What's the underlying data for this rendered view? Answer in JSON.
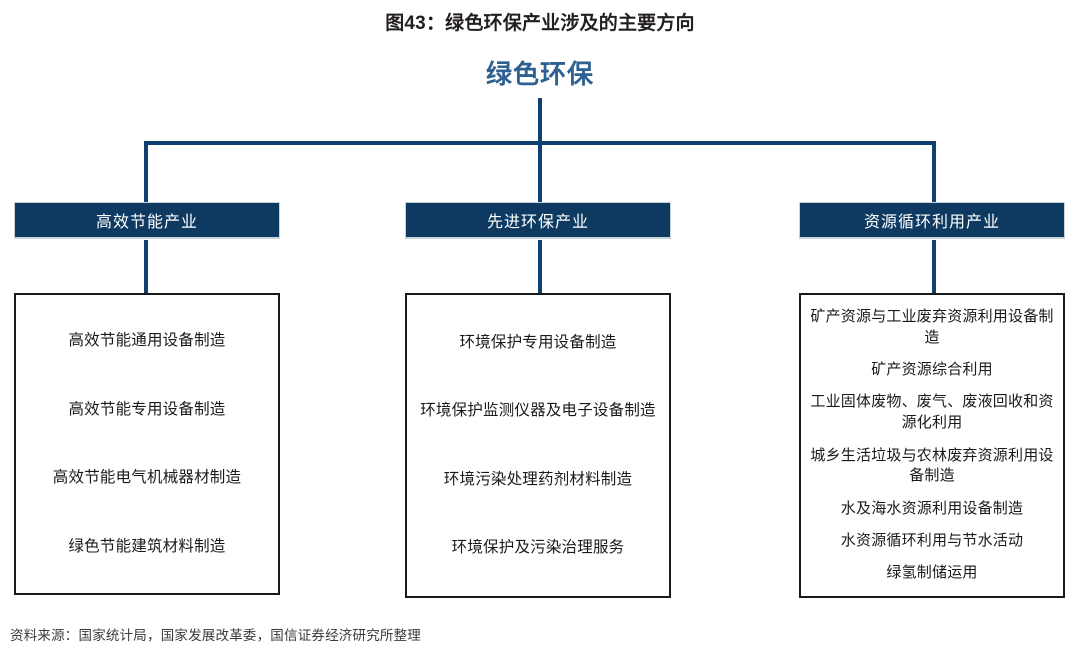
{
  "figure": {
    "title": "图43：绿色环保产业涉及的主要方向",
    "root_label": "绿色环保",
    "source_note": "资料来源：国家统计局，国家发展改革委，国信证券经济研究所整理",
    "colors": {
      "root_text": "#2f6092",
      "connector": "#10406f",
      "header_fill": "#0e3a62",
      "header_text": "#ffffff",
      "box_border": "#1a1a1a",
      "body_background": "#ffffff",
      "title_text": "#231f20"
    },
    "columns": [
      {
        "header": "高效节能产业",
        "items": [
          "高效节能通用设备制造",
          "高效节能专用设备制造",
          "高效节能电气机械器材制造",
          "绿色节能建筑材料制造"
        ]
      },
      {
        "header": "先进环保产业",
        "items": [
          "环境保护专用设备制造",
          "环境保护监测仪器及电子设备制造",
          "环境污染处理药剂材料制造",
          "环境保护及污染治理服务"
        ]
      },
      {
        "header": "资源循环利用产业",
        "items": [
          "矿产资源与工业废弃资源利用设备制造",
          "矿产资源综合利用",
          "工业固体废物、废气、废液回收和资源化利用",
          "城乡生活垃圾与农林废弃资源利用设备制造",
          "水及海水资源利用设备制造",
          "水资源循环利用与节水活动",
          "绿氢制储运用"
        ]
      }
    ]
  }
}
